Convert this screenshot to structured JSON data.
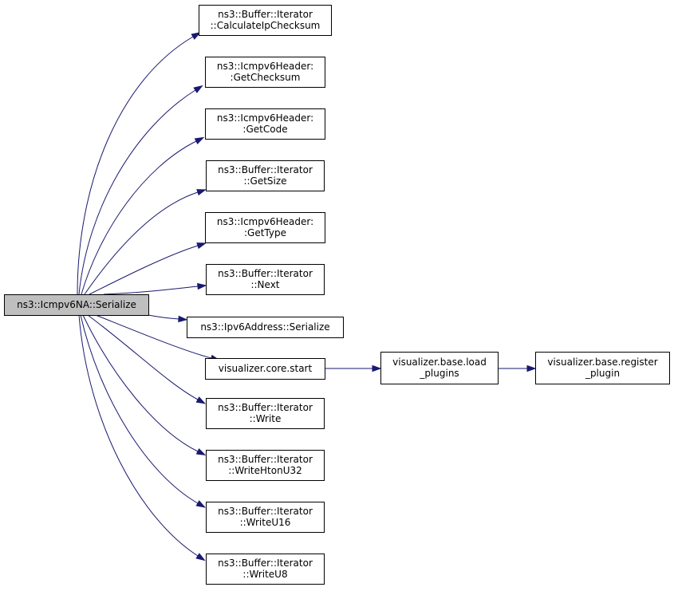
{
  "graph": {
    "edge_color": "#191970",
    "root_fill": "#bfbfbf",
    "node_fill": "#ffffff",
    "nodes": [
      {
        "id": "root",
        "lines": [
          "ns3::Icmpv6NA::Serialize"
        ],
        "is_root": true
      },
      {
        "id": "n1",
        "lines": [
          "ns3::Buffer::Iterator",
          "::CalculateIpChecksum"
        ]
      },
      {
        "id": "n2",
        "lines": [
          "ns3::Icmpv6Header:",
          ":GetChecksum"
        ]
      },
      {
        "id": "n3",
        "lines": [
          "ns3::Icmpv6Header:",
          ":GetCode"
        ]
      },
      {
        "id": "n4",
        "lines": [
          "ns3::Buffer::Iterator",
          "::GetSize"
        ]
      },
      {
        "id": "n5",
        "lines": [
          "ns3::Icmpv6Header:",
          ":GetType"
        ]
      },
      {
        "id": "n6",
        "lines": [
          "ns3::Buffer::Iterator",
          "::Next"
        ]
      },
      {
        "id": "n7",
        "lines": [
          "ns3::Ipv6Address::Serialize"
        ]
      },
      {
        "id": "n8",
        "lines": [
          "visualizer.core.start"
        ]
      },
      {
        "id": "n9",
        "lines": [
          "ns3::Buffer::Iterator",
          "::Write"
        ]
      },
      {
        "id": "n10",
        "lines": [
          "ns3::Buffer::Iterator",
          "::WriteHtonU32"
        ]
      },
      {
        "id": "n11",
        "lines": [
          "ns3::Buffer::Iterator",
          "::WriteU16"
        ]
      },
      {
        "id": "n12",
        "lines": [
          "ns3::Buffer::Iterator",
          "::WriteU8"
        ]
      },
      {
        "id": "n13",
        "lines": [
          "visualizer.base.load",
          "_plugins"
        ]
      },
      {
        "id": "n14",
        "lines": [
          "visualizer.base.register",
          "_plugin"
        ]
      }
    ],
    "edges": [
      {
        "from": "root",
        "to": "n1"
      },
      {
        "from": "root",
        "to": "n2"
      },
      {
        "from": "root",
        "to": "n3"
      },
      {
        "from": "root",
        "to": "n4"
      },
      {
        "from": "root",
        "to": "n5"
      },
      {
        "from": "root",
        "to": "n6"
      },
      {
        "from": "root",
        "to": "n7"
      },
      {
        "from": "root",
        "to": "n8"
      },
      {
        "from": "root",
        "to": "n9"
      },
      {
        "from": "root",
        "to": "n10"
      },
      {
        "from": "root",
        "to": "n11"
      },
      {
        "from": "root",
        "to": "n12"
      },
      {
        "from": "n8",
        "to": "n13"
      },
      {
        "from": "n13",
        "to": "n14"
      }
    ]
  }
}
